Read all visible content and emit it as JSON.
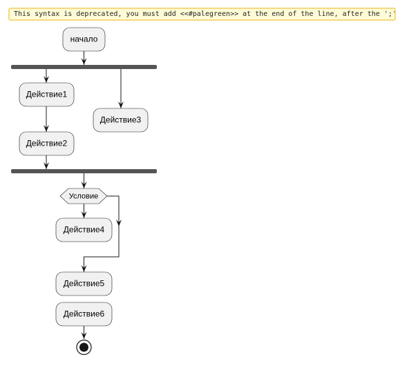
{
  "warning": {
    "text": "This syntax is deprecated, you must add <<#palegreen>> at the end of the line, after the ';'"
  },
  "nodes": {
    "start": "начало",
    "action1": "Действие1",
    "action2": "Действие2",
    "action3": "Действие3",
    "condition": "Условие",
    "action4": "Действие4",
    "action5": "Действие5",
    "action6": "Действие6"
  },
  "colors": {
    "node_fill": "#f1f1f1",
    "node_stroke": "#181818",
    "fork_bar": "#555555",
    "warning_bg": "#fffbd6",
    "warning_border": "#f3d980"
  }
}
